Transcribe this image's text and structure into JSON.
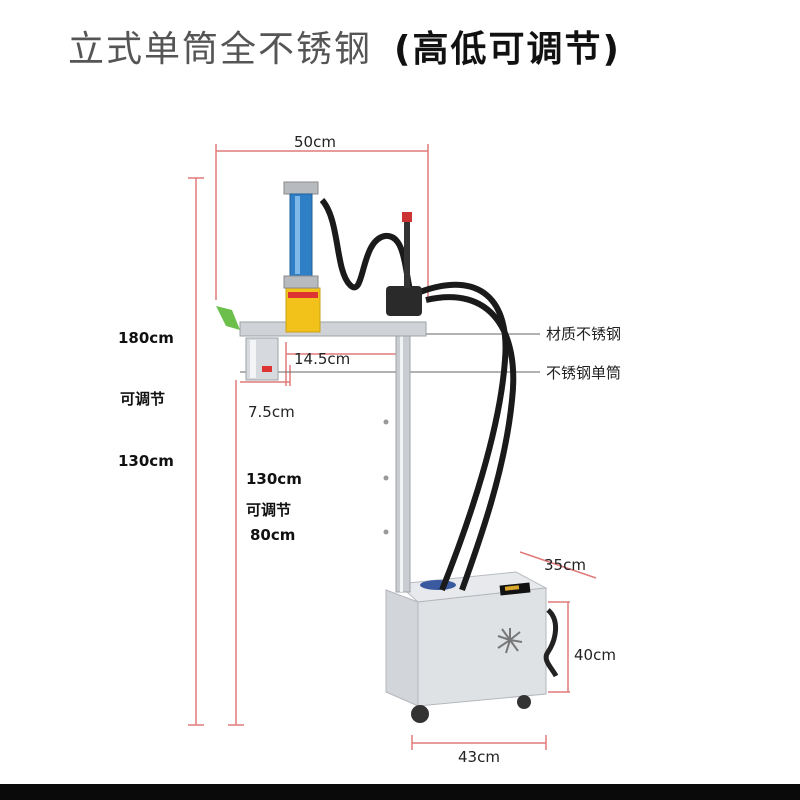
{
  "title": {
    "main": "立式单筒全不锈钢",
    "note": "(高低可调节)"
  },
  "labels": {
    "top_width": "50cm",
    "height_max": "180cm",
    "adjustable_left": "可调节",
    "height_min": "130cm",
    "arm_length": "14.5cm",
    "cup_width": "7.5cm",
    "inner_max": "130cm",
    "inner_adjustable": "可调节",
    "inner_min": "80cm",
    "material": "材质不锈钢",
    "single_cylinder": "不锈钢单筒",
    "base_depth": "35cm",
    "base_height": "40cm",
    "base_width": "43cm"
  },
  "colors": {
    "dimension_line": "#e07a7a",
    "cylinder_blue": "#2f7fc7",
    "steel": "#c9ccd0",
    "hose": "#1a1a1a"
  }
}
